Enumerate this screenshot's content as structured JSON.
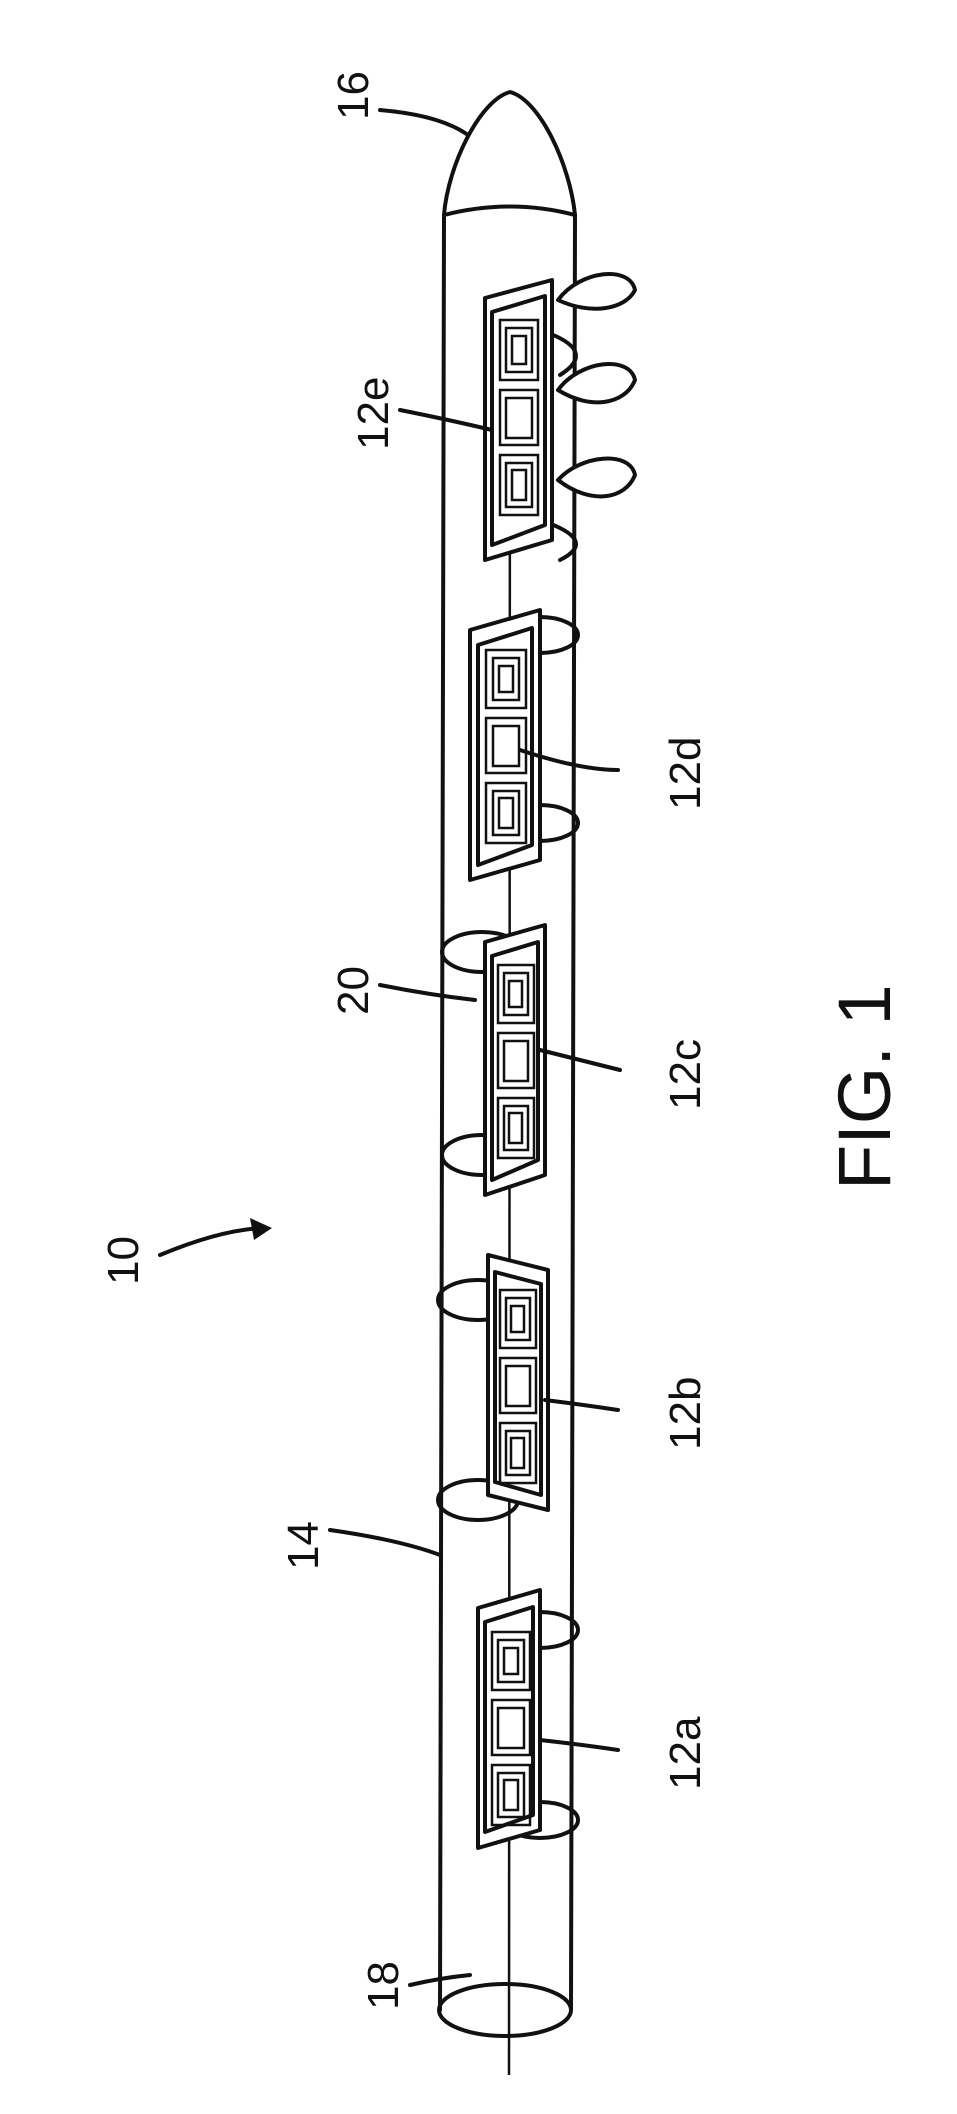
{
  "figure": {
    "caption": "FIG. 1",
    "labels": {
      "device": "10",
      "segment_a": "12a",
      "segment_b": "12b",
      "segment_c": "12c",
      "segment_d": "12d",
      "segment_e": "12e",
      "body": "14",
      "tip": "16",
      "end": "18",
      "band": "20"
    }
  }
}
